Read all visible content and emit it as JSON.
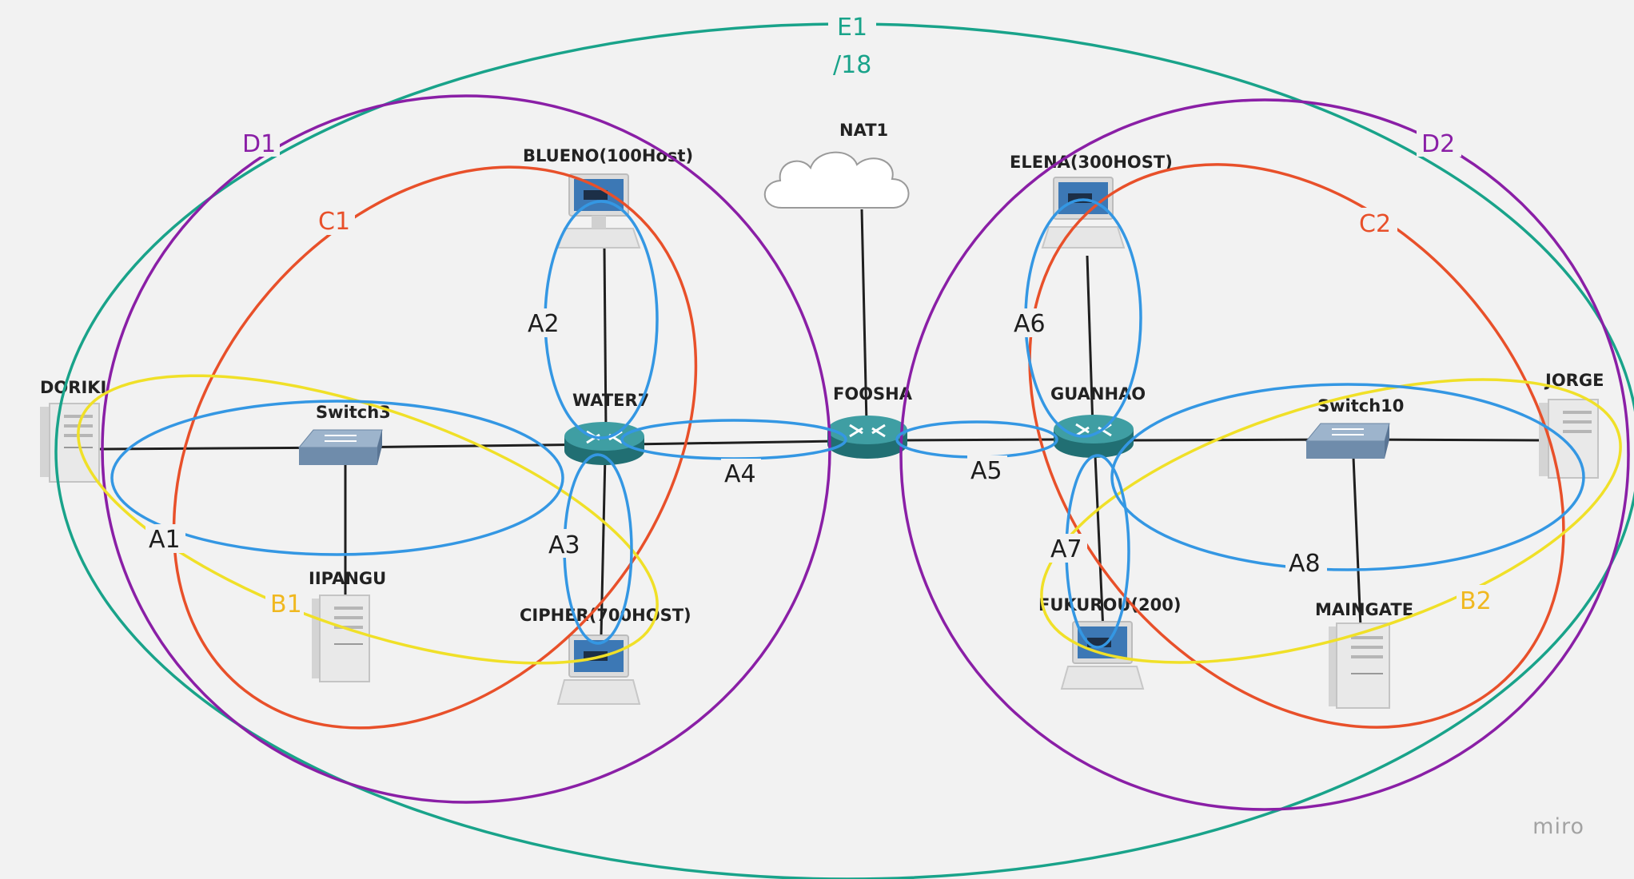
{
  "colors": {
    "A": "#3497e3",
    "B": "#f0e028",
    "C": "#e8502a",
    "D": "#8a1fa6",
    "E": "#19a38a",
    "link": "#1f1f1f",
    "router": "#2f8f94",
    "switch": "#7c97b4",
    "b_label": "#f0b820"
  },
  "nodes": {
    "doriki": "DORIKI",
    "switch3": "Switch3",
    "ipangu": "IIPANGU",
    "blueno": "BLUENO(100Host)",
    "water7": "WATER7",
    "cipher": "CIPHER(700HOST)",
    "nat1": "NAT1",
    "foosha": "FOOSHA",
    "elena": "ELENA(300HOST)",
    "guanhao": "GUANHAO",
    "fukurou": "FUKUROU(200)",
    "switch10": "Switch10",
    "jorge": "JORGE",
    "maingate": "MAINGATE"
  },
  "zones": {
    "e1": "E1",
    "e1_mask": "/18",
    "d1": "D1",
    "d2": "D2",
    "c1": "C1",
    "c2": "C2",
    "b1": "B1",
    "b2": "B2",
    "a1": "A1",
    "a2": "A2",
    "a3": "A3",
    "a4": "A4",
    "a5": "A5",
    "a6": "A6",
    "a7": "A7",
    "a8": "A8"
  },
  "watermark": "miro"
}
